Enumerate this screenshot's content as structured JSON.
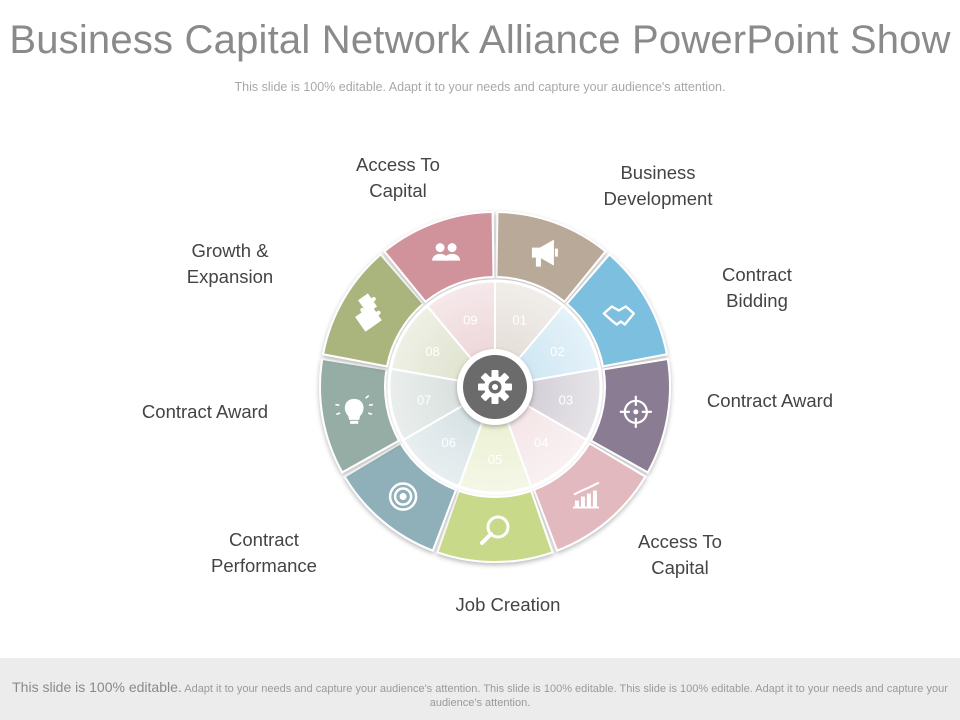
{
  "header": {
    "title": "Business Capital Network Alliance PowerPoint Show",
    "subtitle": "This slide is 100% editable. Adapt it to your needs and capture your audience's attention."
  },
  "segments": [
    {
      "number": "01",
      "label": "Access To\nCapital",
      "icon": "megaphone-icon",
      "color": "#b9a999"
    },
    {
      "number": "02",
      "label": "Business\nDevelopment",
      "icon": "handshake-icon",
      "color": "#7dbfdf"
    },
    {
      "number": "03",
      "label": "Contract\nBidding",
      "icon": "target-crosshair-icon",
      "color": "#8a7c92"
    },
    {
      "number": "04",
      "label": "Contract Award",
      "icon": "bar-chart-icon",
      "color": "#e2b9be"
    },
    {
      "number": "05",
      "label": "Access To\nCapital",
      "icon": "magnifier-icon",
      "color": "#c9d98a"
    },
    {
      "number": "06",
      "label": "Job Creation",
      "icon": "bullseye-icon",
      "color": "#8fb0b8"
    },
    {
      "number": "07",
      "label": "Contract\nPerformance",
      "icon": "lightbulb-icon",
      "color": "#96ada5"
    },
    {
      "number": "08",
      "label": "Contract Award",
      "icon": "puzzle-icon",
      "color": "#aab57e"
    },
    {
      "number": "09",
      "label": "Growth &\nExpansion",
      "icon": "users-icon",
      "color": "#d0929b"
    }
  ],
  "hub": {
    "icon": "gear-icon",
    "color": "#6b6b6b"
  },
  "footer": {
    "lead": "This slide is 100% editable.",
    "text": "Adapt it to your needs and capture your audience's attention. This slide is 100% editable. This slide is 100% editable. Adapt it to your needs and capture your audience's attention."
  }
}
